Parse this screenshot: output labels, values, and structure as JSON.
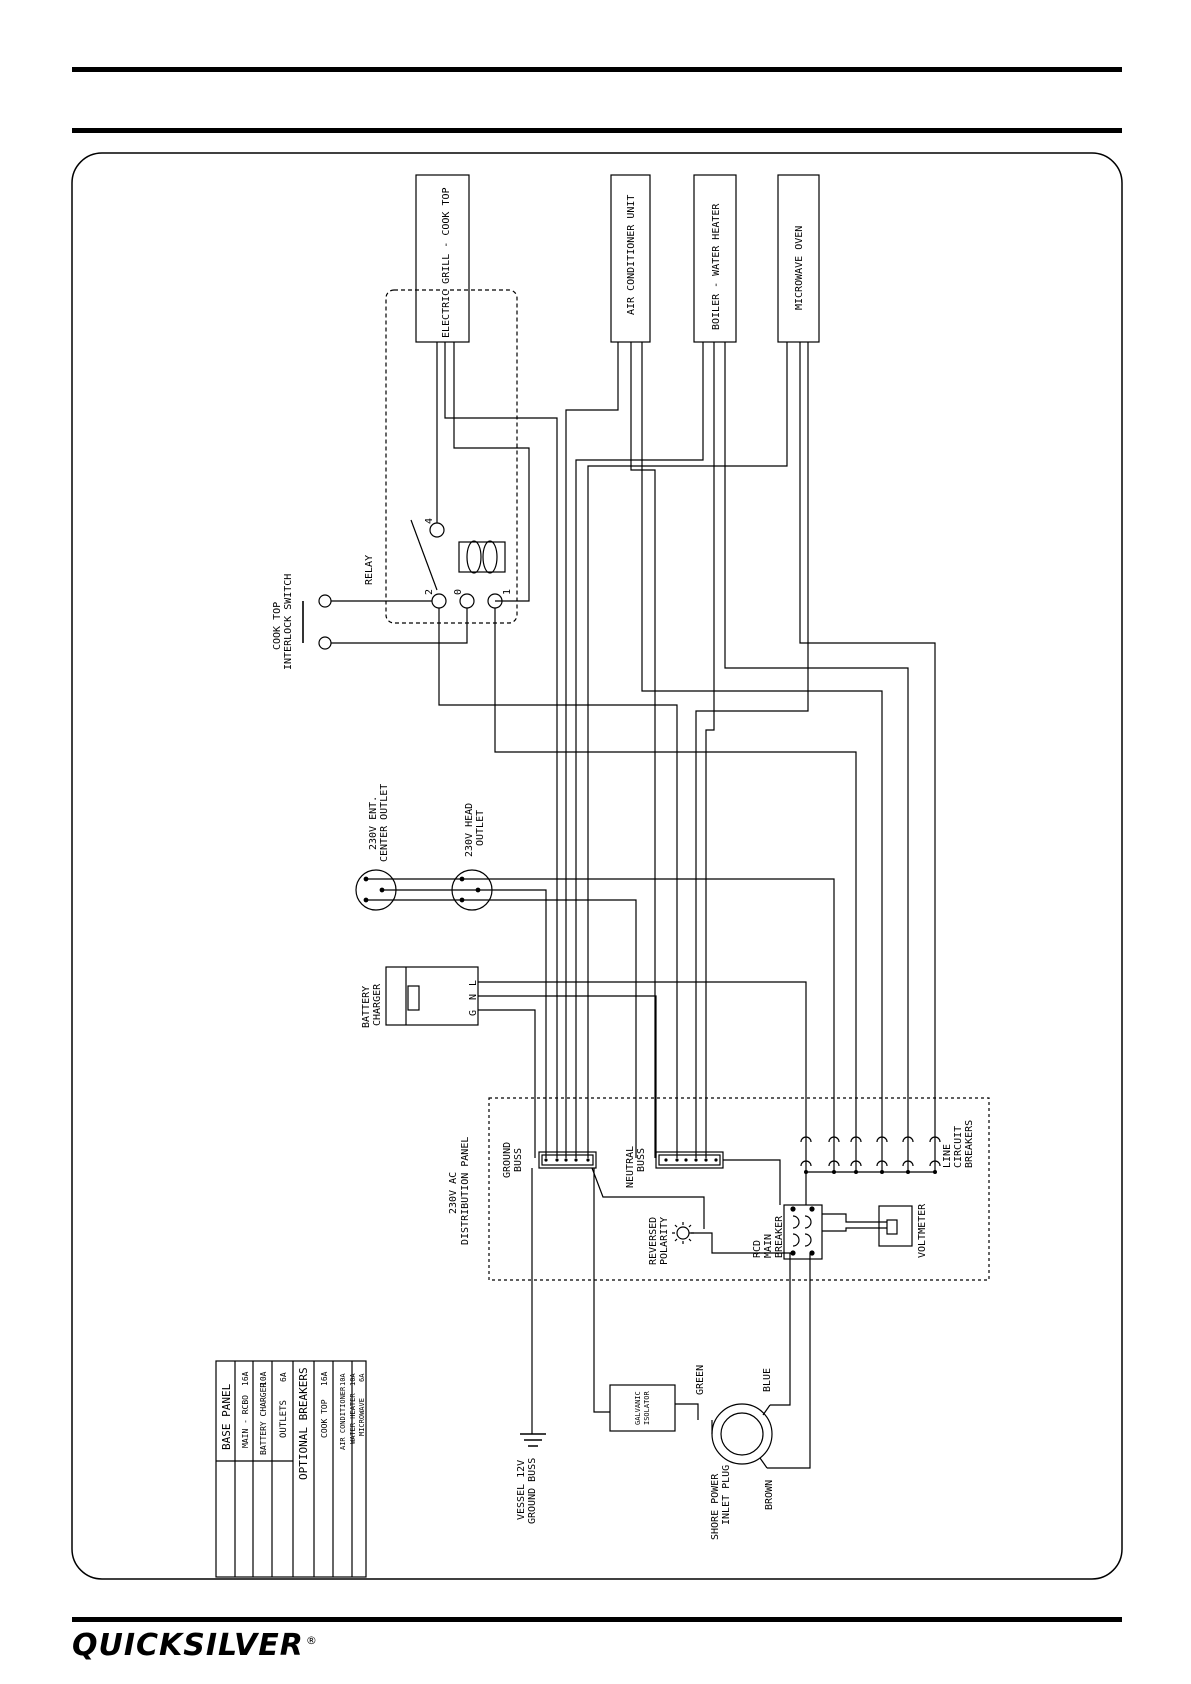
{
  "labels": {
    "cooktop": "ELECTRIC GRILL - COOK TOP",
    "aircon": "AIR CONDITIONER UNIT",
    "boiler": "BOILER - WATER HEATER",
    "microwave": "MICROWAVE OVEN",
    "relay": "RELAY",
    "interlock_1": "COOK TOP",
    "interlock_2": "INTERLOCK SWITCH",
    "pin_4": "4",
    "pin_2": "2",
    "pin_0": "0",
    "pin_1": "1",
    "outlet1_1": "230V ENT.",
    "outlet1_2": "CENTER OUTLET",
    "outlet2_1": "230V HEAD",
    "outlet2_2": "OUTLET",
    "charger_1": "BATTERY",
    "charger_2": "CHARGER",
    "pin_g": "G",
    "pin_n": "N",
    "pin_l": "L",
    "panel_1": "230V AC",
    "panel_2": "DISTRIBUTION PANEL",
    "ground_1": "GROUND",
    "ground_2": "BUSS",
    "neutral_1": "NEUTRAL",
    "neutral_2": "BUSS",
    "polarity_1": "REVERSED",
    "polarity_2": "POLARITY",
    "rcd_1": "RCD",
    "rcd_2": "MAIN",
    "rcd_3": "BREAKER",
    "voltmeter": "VOLTMETER",
    "lcb_1": "LINE",
    "lcb_2": "CIRCUIT",
    "lcb_3": "BREAKERS",
    "galvanic_1": "GALVANIC",
    "galvanic_2": "ISOLATOR",
    "green": "GREEN",
    "blue": "BLUE",
    "brown": "BROWN",
    "shore_1": "SHORE POWER",
    "shore_2": "INLET PLUG",
    "vessel_1": "VESSEL 12V",
    "vessel_2": "GROUND BUSS"
  },
  "breaker_table": {
    "base_header": "BASE PANEL",
    "base_rows": [
      {
        "name": "MAIN - RCBO",
        "amps": "16A"
      },
      {
        "name": "BATTERY CHARGER",
        "amps": "10A"
      },
      {
        "name": "OUTLETS",
        "amps": "6A"
      }
    ],
    "optional_header": "OPTIONAL BREAKERS",
    "optional_rows": [
      {
        "name": "COOK TOP",
        "amps": "16A"
      },
      {
        "name": "AIR CONDITIONER",
        "amps": "10A"
      },
      {
        "name": "WATER HEATER",
        "amps": "10A"
      },
      {
        "name": "MICROWAVE",
        "amps": "6A"
      }
    ]
  },
  "footer": {
    "brand": "QUICKSILVER",
    "registered": "®"
  }
}
